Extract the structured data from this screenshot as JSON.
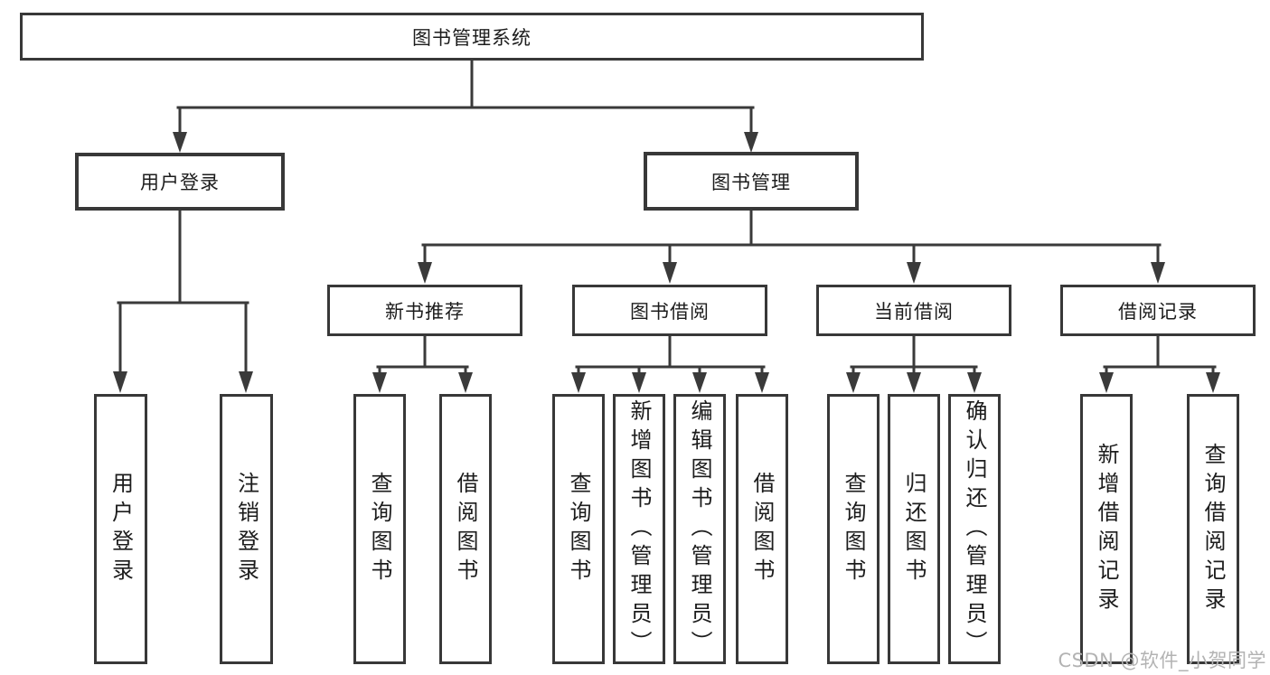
{
  "root": {
    "label": "图书管理系统"
  },
  "level2": [
    {
      "label": "用户登录"
    },
    {
      "label": "图书管理"
    }
  ],
  "level3": [
    {
      "label": "新书推荐"
    },
    {
      "label": "图书借阅"
    },
    {
      "label": "当前借阅"
    },
    {
      "label": "借阅记录"
    }
  ],
  "leaves": [
    {
      "label": "用户登录",
      "parent": "用户登录"
    },
    {
      "label": "注销登录",
      "parent": "用户登录"
    },
    {
      "label": "查询图书",
      "parent": "新书推荐"
    },
    {
      "label": "借阅图书",
      "parent": "新书推荐"
    },
    {
      "label": "查询图书",
      "parent": "图书借阅"
    },
    {
      "label": "新增图书（管理员）",
      "parent": "图书借阅"
    },
    {
      "label": "编辑图书（管理员）",
      "parent": "图书借阅"
    },
    {
      "label": "借阅图书",
      "parent": "图书借阅"
    },
    {
      "label": "查询图书",
      "parent": "当前借阅"
    },
    {
      "label": "归还图书",
      "parent": "当前借阅"
    },
    {
      "label": "确认归还（管理员）",
      "parent": "当前借阅"
    },
    {
      "label": "新增借阅记录",
      "parent": "借阅记录"
    },
    {
      "label": "查询借阅记录",
      "parent": "借阅记录"
    }
  ],
  "watermark": {
    "text": "CSDN @软件_小贺同学"
  },
  "colors": {
    "line": "#3a3a3a",
    "box_border": "#383838",
    "text": "#1c1c1c",
    "background": "#ffffff",
    "watermark": "#b3b3b3"
  }
}
